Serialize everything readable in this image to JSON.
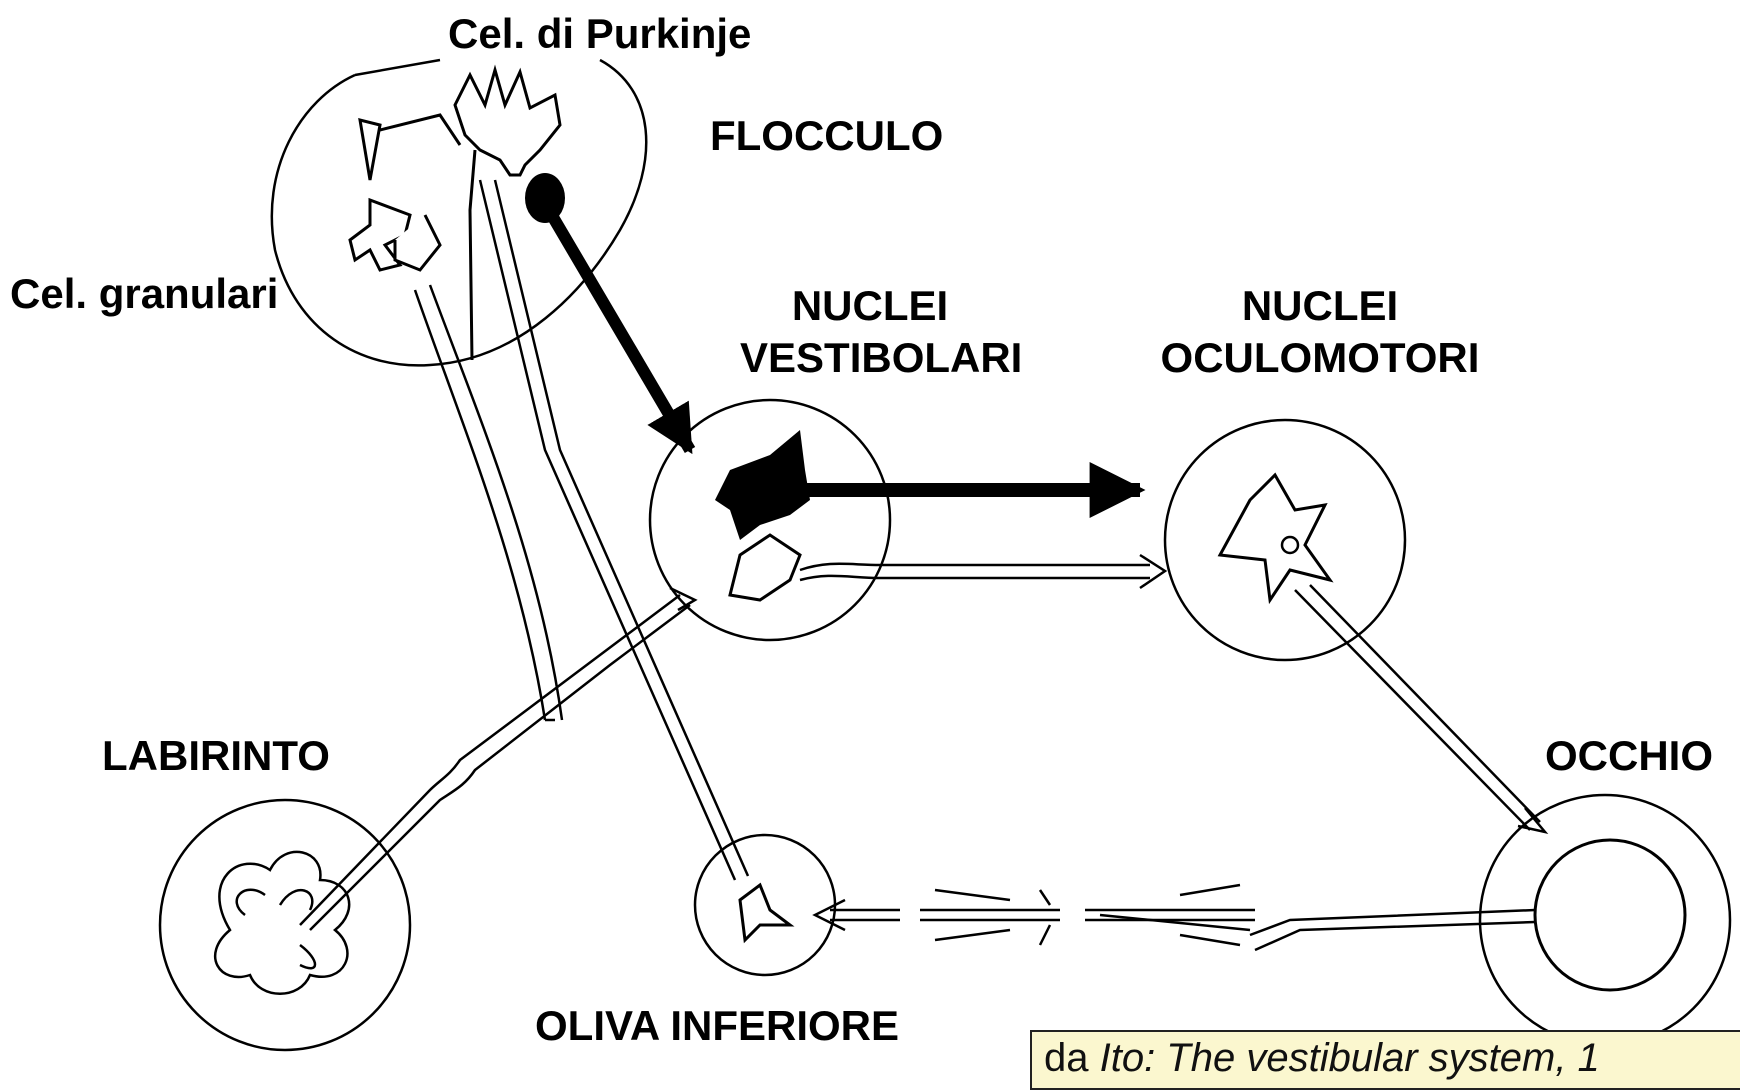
{
  "labels": {
    "purkinje": "Cel. di Purkinje",
    "flocculo": "FLOCCULO",
    "granulari": "Cel. granulari",
    "nuclei_vestibolari_1": "NUCLEI",
    "nuclei_vestibolari_2": "VESTIBOLARI",
    "nuclei_oculomotori_1": "NUCLEI",
    "nuclei_oculomotori_2": "OCULOMOTORI",
    "labirinto": "LABIRINTO",
    "occhio": "OCCHIO",
    "oliva": "OLIVA INFERIORE"
  },
  "citation": {
    "prefix": "da ",
    "source": "Ito: The vestibular system, 1"
  }
}
